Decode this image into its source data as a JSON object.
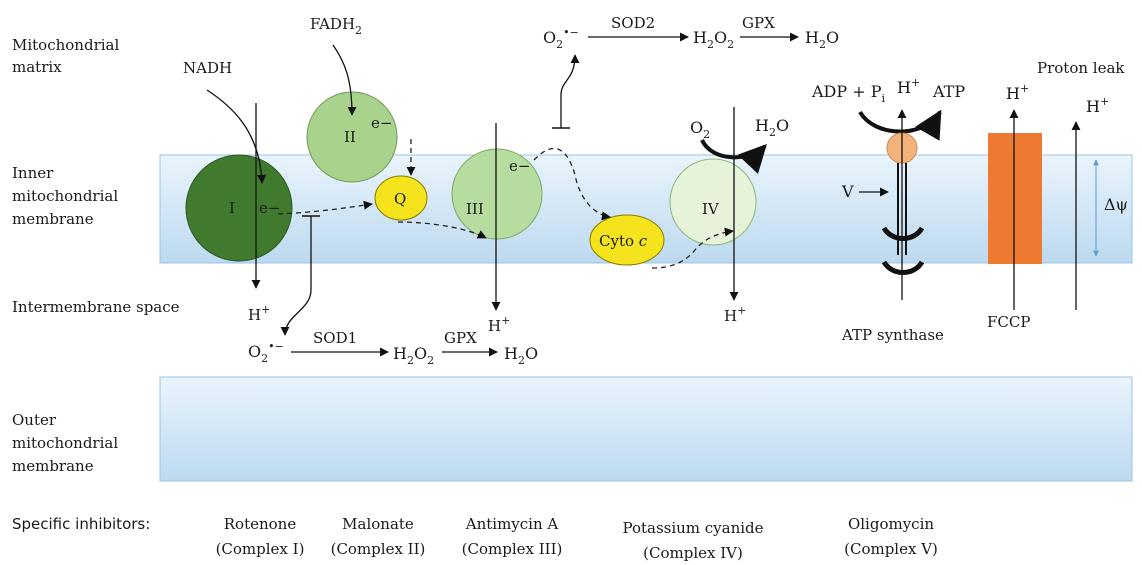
{
  "regions": {
    "matrix": [
      "Mitochondrial",
      "matrix"
    ],
    "inner": [
      "Inner",
      "mitochondrial",
      "membrane"
    ],
    "intermembrane": "Intermembrane space",
    "outer": [
      "Outer",
      "mitochondrial",
      "membrane"
    ]
  },
  "substrates": {
    "nadh": "NADH",
    "fadh": "FADH",
    "fadh_sub": "2"
  },
  "complexes": {
    "c1": "I",
    "c2": "II",
    "q": "Q",
    "c3": "III",
    "cyto": "Cyto",
    "cyto_italic": "c",
    "c4": "IV"
  },
  "electron": "e−",
  "proton": "H",
  "proton_sup": "+",
  "matrix_ros": {
    "superoxide": "O",
    "sub": "2",
    "sup": "•−",
    "enzyme1": "SOD2",
    "peroxide": [
      "H",
      "2",
      "O",
      "2"
    ],
    "enzyme2": "GPX",
    "water": [
      "H",
      "2",
      "O"
    ]
  },
  "ims_ros": {
    "superoxide": "O",
    "sub": "2",
    "sup": "•−",
    "enzyme1": "SOD1",
    "peroxide": [
      "H",
      "2",
      "O",
      "2"
    ],
    "enzyme2": "GPX",
    "water": [
      "H",
      "2",
      "O"
    ]
  },
  "complex4": {
    "oxygen": "O",
    "oxygen_sub": "2",
    "water": [
      "H",
      "2",
      "O"
    ]
  },
  "atp_synthase": {
    "adp": "ADP + P",
    "adp_sub": "i",
    "atp": "ATP",
    "v": "V",
    "label": "ATP synthase"
  },
  "fccp": "FCCP",
  "proton_leak": "Proton leak",
  "delta_psi": "Δψ",
  "inhibitors": {
    "heading": "Specific inhibitors:",
    "items": [
      {
        "drug": "Rotenone",
        "target": "(Complex I)"
      },
      {
        "drug": "Malonate",
        "target": "(Complex II)"
      },
      {
        "drug": "Antimycin A",
        "target": "(Complex III)"
      },
      {
        "drug": "Potassium cyanide",
        "target": "(Complex IV)"
      },
      {
        "drug": "Oligomycin",
        "target": "(Complex V)"
      }
    ]
  },
  "colors": {
    "complex1": "#3f7a2f",
    "complex2": "#a9d38d",
    "complex3": "#b7dca0",
    "complex4": "#e6f3d8",
    "yellow": "#f5e31e",
    "fccp": "#ee7a32",
    "atp_head": "#f2b27a",
    "membrane_top": "#eaf4fc",
    "membrane_bottom": "#bcd9ef"
  }
}
